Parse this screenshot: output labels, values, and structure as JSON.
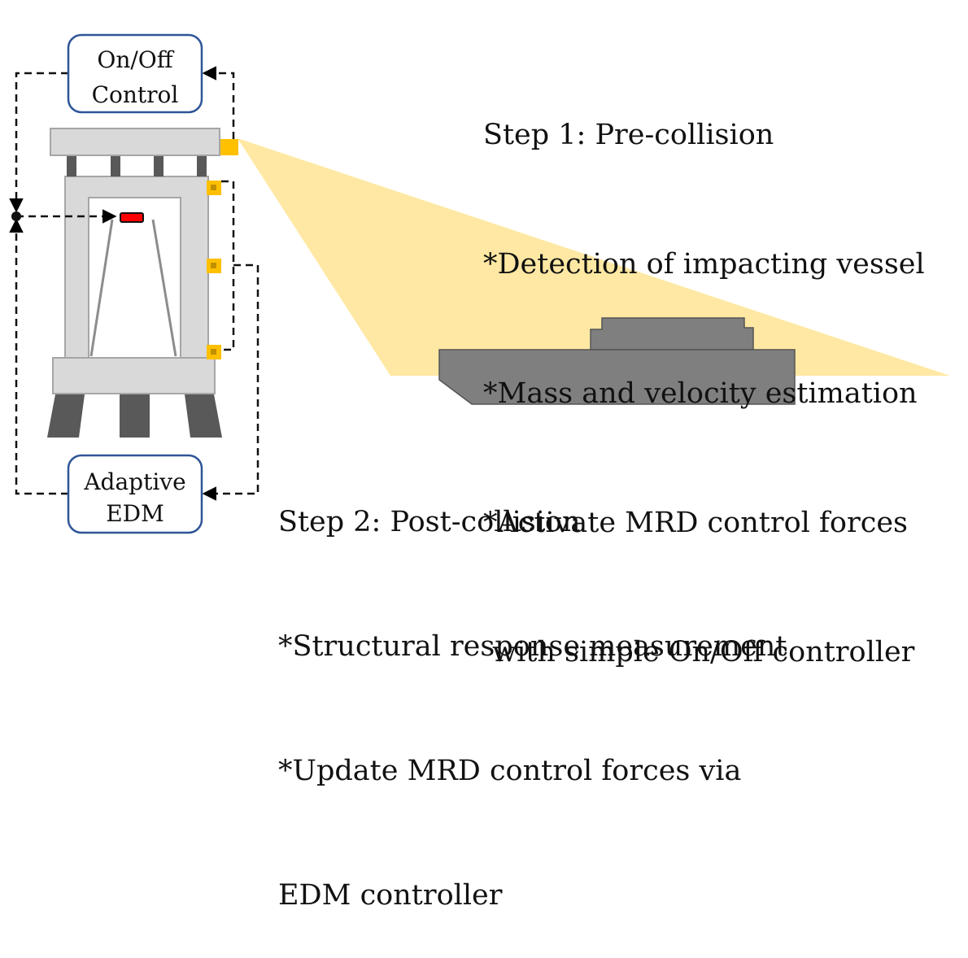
{
  "controllers": {
    "on_off": {
      "line1": "On/Off",
      "line2": "Control"
    },
    "adaptive": {
      "line1": "Adaptive",
      "line2": "EDM"
    }
  },
  "step1": {
    "title": "Step 1: Pre-collision",
    "items": [
      "*Detection of impacting vessel",
      "*Mass and velocity estimation",
      "*Activate MRD control forces",
      " with simple On/Off controller"
    ]
  },
  "step2": {
    "title": "Step 2: Post-collision",
    "items": [
      "*Structural response measurement",
      "*Update MRD control forces via",
      "EDM controller"
    ]
  },
  "colors": {
    "beam": "#d9d9d9",
    "beam_stroke": "#a6a6a6",
    "pile": "#595959",
    "vessel": "#7f7f7f",
    "sensor": "#ffc000",
    "detection_zone": "#ffe699",
    "damper": "#ff0000",
    "box_border": "#2f5597"
  }
}
